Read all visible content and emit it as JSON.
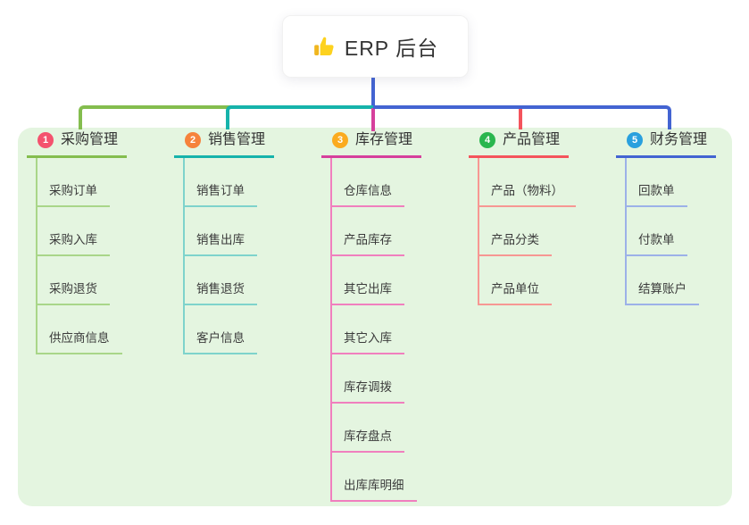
{
  "root": {
    "title": "ERP 后台",
    "icon": "thumbs-up-icon"
  },
  "colors": {
    "page_bg": "#ffffff",
    "panel_bg": "#e4f5e0",
    "root_connector": "#4364d2",
    "title_text": "#333333",
    "item_text": "#3b3b3b"
  },
  "branches": [
    {
      "badge": "1",
      "title": "采购管理",
      "badge_color": "#f4526e",
      "line_color": "#84bd4e",
      "sub_line_color": "#a9d689",
      "items": [
        "采购订单",
        "采购入库",
        "采购退货",
        "供应商信息"
      ]
    },
    {
      "badge": "2",
      "title": "销售管理",
      "badge_color": "#f6823b",
      "line_color": "#16b3ab",
      "sub_line_color": "#7ed3cc",
      "items": [
        "销售订单",
        "销售出库",
        "销售退货",
        "客户信息"
      ]
    },
    {
      "badge": "3",
      "title": "库存管理",
      "badge_color": "#fbab1f",
      "line_color": "#d6409c",
      "sub_line_color": "#f07fbe",
      "items": [
        "仓库信息",
        "产品库存",
        "其它出库",
        "其它入库",
        "库存调拨",
        "库存盘点",
        "出库库明细"
      ]
    },
    {
      "badge": "4",
      "title": "产品管理",
      "badge_color": "#29b64e",
      "line_color": "#f4545c",
      "sub_line_color": "#f79793",
      "items": [
        "产品（物料）",
        "产品分类",
        "产品单位"
      ]
    },
    {
      "badge": "5",
      "title": "财务管理",
      "badge_color": "#29a0de",
      "line_color": "#4364d2",
      "sub_line_color": "#9cb1e8",
      "items": [
        "回款单",
        "付款单",
        "结算账户"
      ]
    }
  ]
}
